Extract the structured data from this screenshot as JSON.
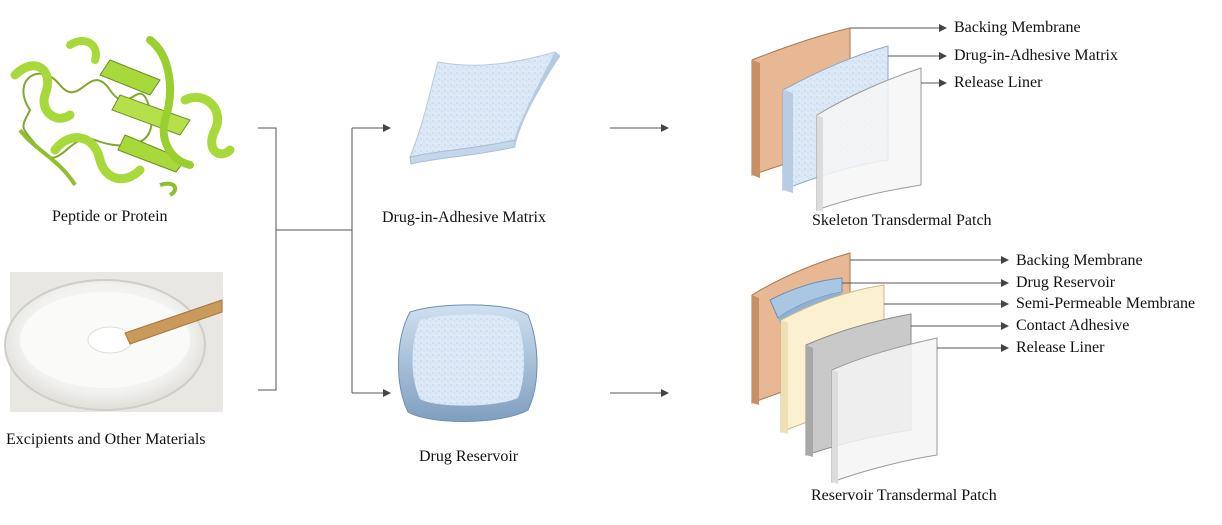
{
  "inputs": {
    "protein_caption": "Peptide or Protein",
    "excipients_caption": "Excipients and Other Materials",
    "protein_image": "protein-ribbon-icon",
    "excipients_image": "powder-bowl-spoon-icon"
  },
  "intermediates": {
    "matrix_caption": "Drug-in-Adhesive Matrix",
    "reservoir_caption": "Drug Reservoir"
  },
  "skeleton_patch": {
    "caption": "Skeleton Transdermal Patch",
    "layers": [
      "Backing Membrane",
      "Drug-in-Adhesive Matrix",
      "Release Liner"
    ]
  },
  "reservoir_patch": {
    "caption": "Reservoir Transdermal Patch",
    "layers": [
      "Backing Membrane",
      "Drug Reservoir",
      "Semi-Permeable Membrane",
      "Contact Adhesive",
      "Release Liner"
    ]
  },
  "colors": {
    "protein_green": "#a8d93a",
    "backing": "#e8b894",
    "matrix": "#d6e6f5",
    "reservoir": "#a9c6e2",
    "semi_permeable": "#fbf0d0",
    "contact_adhesive": "#c9c9c9",
    "liner": "#f2f2f2"
  }
}
